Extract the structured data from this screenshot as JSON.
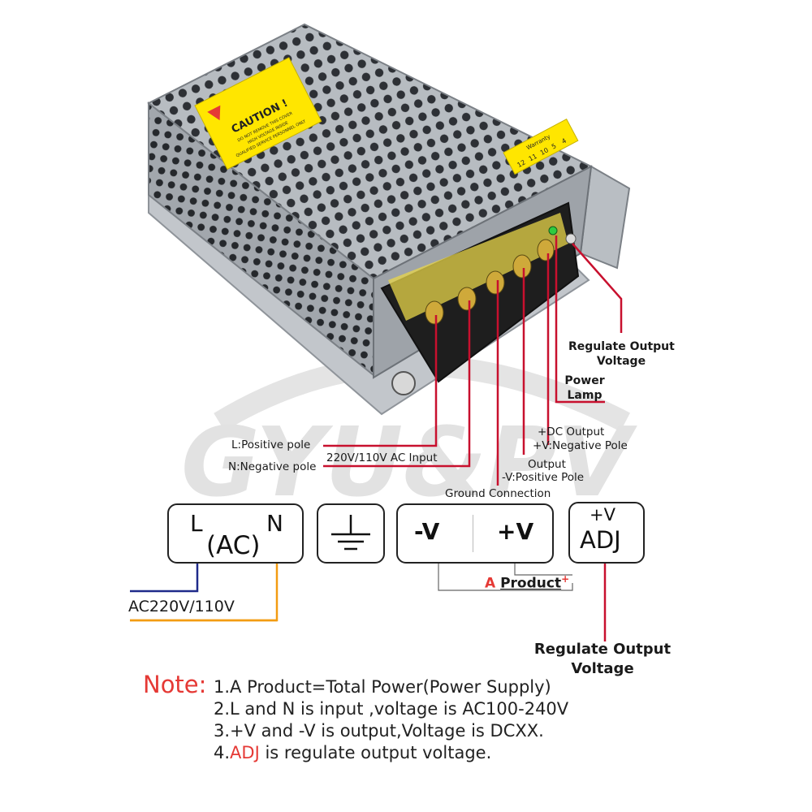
{
  "watermark": "GYU&PV",
  "device": {
    "caution_title": "CAUTION !",
    "caution_lines": [
      "DO NOT REMOVE THIS COVER",
      "HIGH VOLTAGE INSIDE",
      "QUALIFIED SERVICE PERSONNEL ONLY"
    ],
    "warranty_label": "Warranty",
    "warranty_rows": [
      "12",
      "11",
      "10",
      "5",
      "4"
    ]
  },
  "callouts": {
    "regulate_top_line1": "Regulate Output",
    "regulate_top_line2": "Voltage",
    "power_lamp_line1": "Power",
    "power_lamp_line2": "Lamp",
    "dc_output_line1": "+DC Output",
    "dc_output_line2": "+V:Negative Pole",
    "l_positive": "L:Positive pole",
    "ac_input": "220V/110V AC Input",
    "n_negative": "N:Negative pole",
    "output_line1": "Output",
    "output_line2": "-V:Positive Pole",
    "ground": "Ground Connection"
  },
  "terminals": {
    "ac_l": "L",
    "ac_n": "N",
    "ac_label": "(AC)",
    "minus_v": "-V",
    "plus_v": "+V",
    "adj_top": "+V",
    "adj_bottom": "ADJ"
  },
  "product": {
    "letter": "A",
    "word": "Product",
    "sup": "+"
  },
  "ac_supply": "AC220V/110V",
  "regulate_bottom_line1": "Regulate Output",
  "regulate_bottom_line2": "Voltage",
  "notes": {
    "heading": "Note:",
    "line1": "1.A Product=Total Power(Power Supply)",
    "line2": "2.L and N is input ,voltage is AC100-240V",
    "line3": "3.+V and  -V is output,Voltage is DCXX.",
    "line4_prefix": "4.",
    "line4_adj": "ADJ",
    "line4_rest": " is regulate output voltage."
  },
  "colors": {
    "accent_red": "#e53935",
    "callout_line": "#c8102e",
    "wire_blue": "#1f2a8a",
    "wire_orange": "#f39c12",
    "metal": "#a9aeb4",
    "caution_yellow": "#ffe600"
  }
}
